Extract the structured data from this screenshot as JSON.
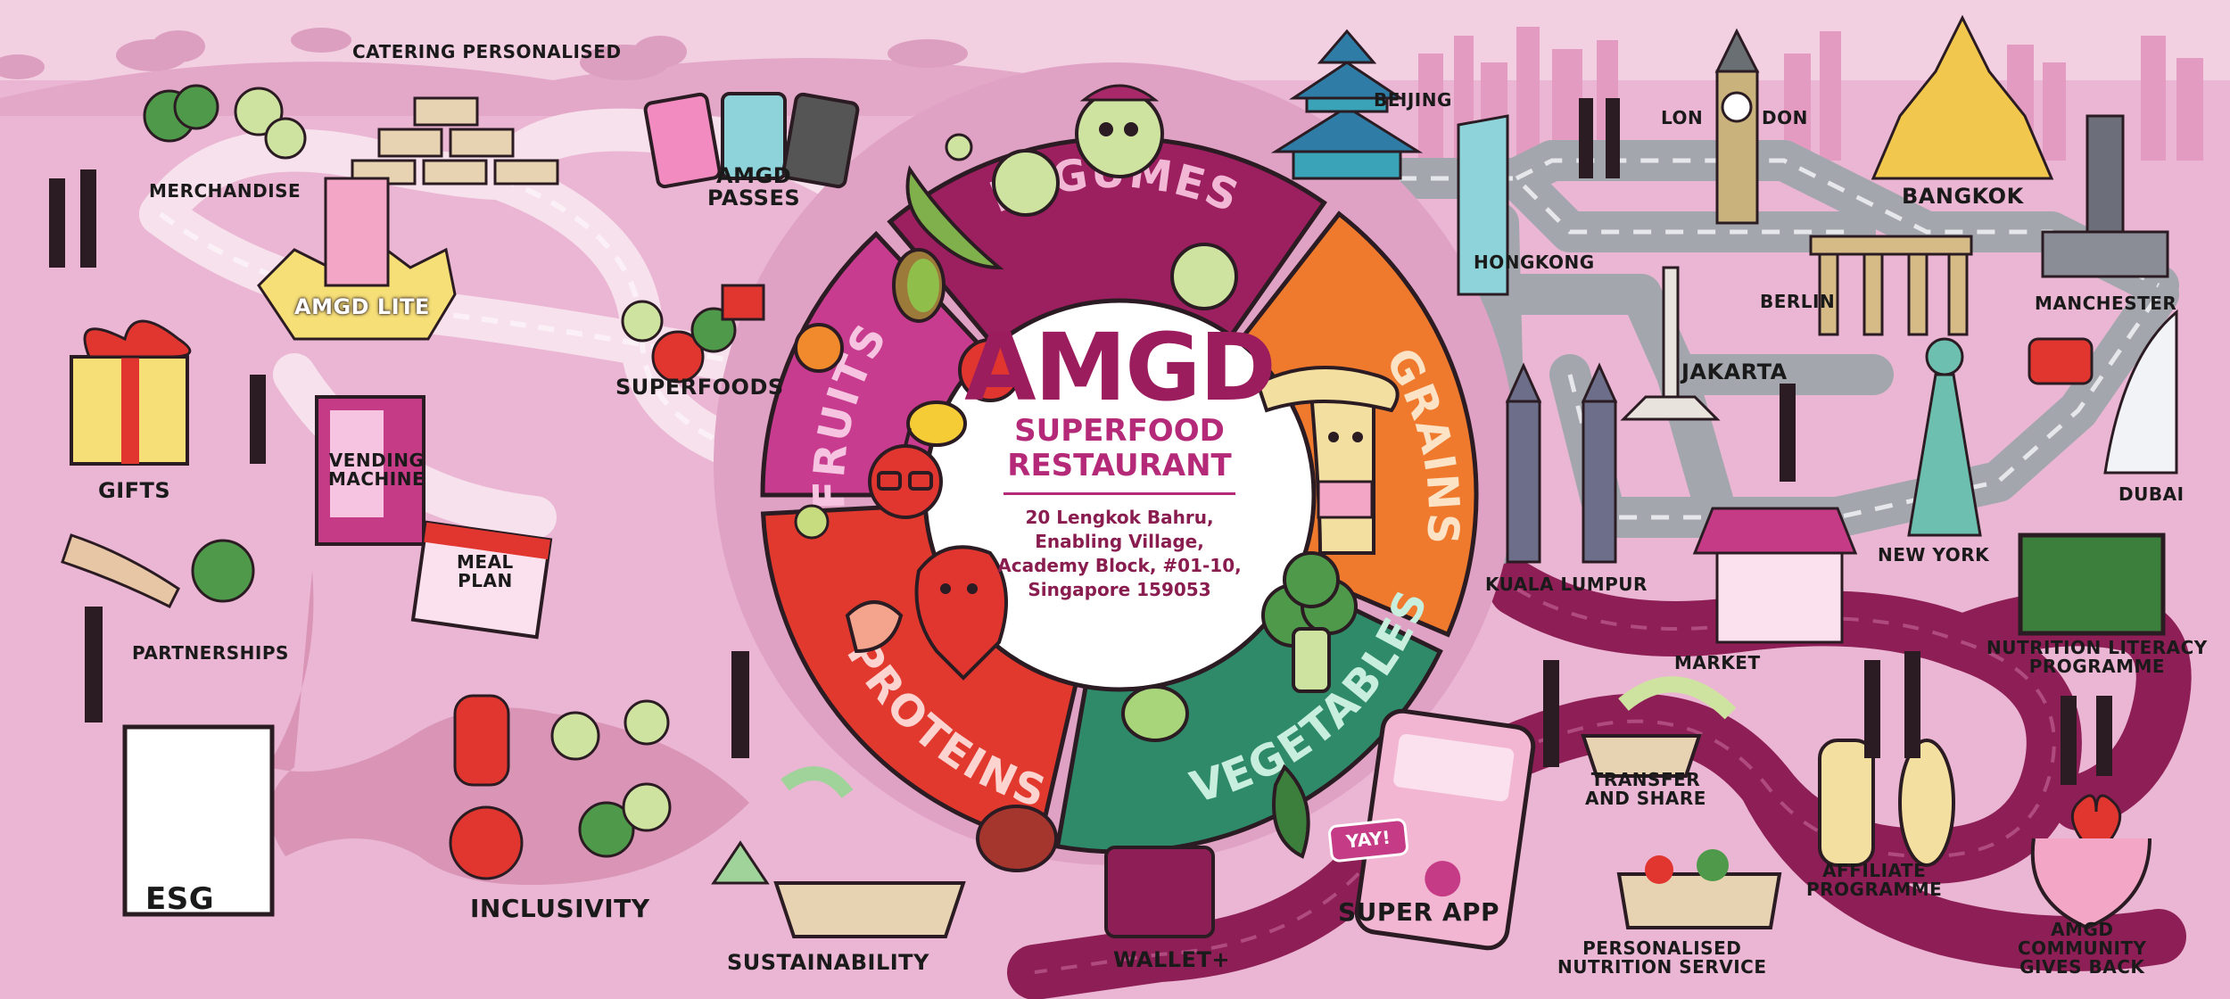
{
  "center": {
    "brand": "AMGD",
    "subtitle_line1": "SUPERFOOD",
    "subtitle_line2": "RESTAURANT",
    "address": "20 Lengkok Bahru,\nEnabling Village,\nAcademy Block, #01-10,\nSingapore 159053"
  },
  "wheel": {
    "legumes": "LEGUMES",
    "grains": "GRAINS",
    "vegetables": "VEGETABLES",
    "proteins": "PROTEINS",
    "fruits": "FRUITS"
  },
  "left": {
    "catering": "CATERING PERSONALISED",
    "merchandise": "MERCHANDISE",
    "amgd_lite": "AMGD LITE",
    "amgd_passes": "AMGD\nPASSES",
    "gifts": "GIFTS",
    "vending": "VENDING\nMACHINE",
    "superfoods": "SUPERFOODS",
    "meal_plan": "MEAL\nPLAN",
    "partnerships": "PARTNERSHIPS",
    "esg": "ESG",
    "inclusivity": "INCLUSIVITY",
    "sustainability": "SUSTAINABILITY",
    "wallet": "WALLET+"
  },
  "cities": {
    "beijing": "BEIJING",
    "london_a": "LON",
    "london_b": "DON",
    "bangkok": "BANGKOK",
    "hongkong": "HONGKONG",
    "berlin": "BERLIN",
    "manchester": "MANCHESTER",
    "jakarta": "JAKARTA",
    "dubai": "DUBAI",
    "kuala_lumpur": "KUALA LUMPUR",
    "new_york": "NEW YORK"
  },
  "right": {
    "market": "MARKET",
    "nutrition_literacy": "NUTRITION LITERACY\nPROGRAMME",
    "transfer_share": "TRANSFER\nAND SHARE",
    "affiliate": "AFFILIATE\nPROGRAMME",
    "super_app": "SUPER APP",
    "yay": "YAY!",
    "personalised_nutrition": "PERSONALISED\nNUTRITION SERVICE",
    "community": "AMGD\nCOMMUNITY\nGIVES BACK"
  },
  "colors": {
    "background": "#eab6d3",
    "legumes": "#9c1f5f",
    "grains": "#ef7a2e",
    "vegetables": "#2f8a6a",
    "proteins": "#e2392f",
    "fruits": "#c83c8f",
    "road": "#9aa0a8",
    "path": "#8e1f56",
    "brand": "#9b1d5d"
  }
}
